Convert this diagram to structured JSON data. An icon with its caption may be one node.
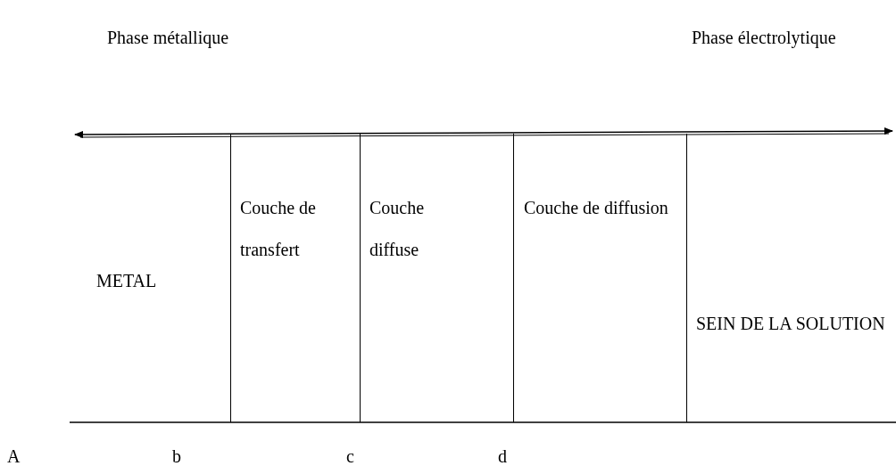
{
  "diagram": {
    "nodes": [
      {
        "text": [
          "METAL"
        ]
      },
      {
        "text": [
          "Couche de transfert"
        ]
      },
      {
        "text": [
          "Couche diffuse"
        ]
      },
      {
        "text": [
          "Couche de diffusion"
        ]
      },
      {
        "text": [
          "SEIN DE LA SOLUTION"
        ]
      }
    ],
    "labels": [
      "Phase métallique",
      "Phase électrolytique",
      "A",
      "b",
      "c",
      "d"
    ]
  }
}
